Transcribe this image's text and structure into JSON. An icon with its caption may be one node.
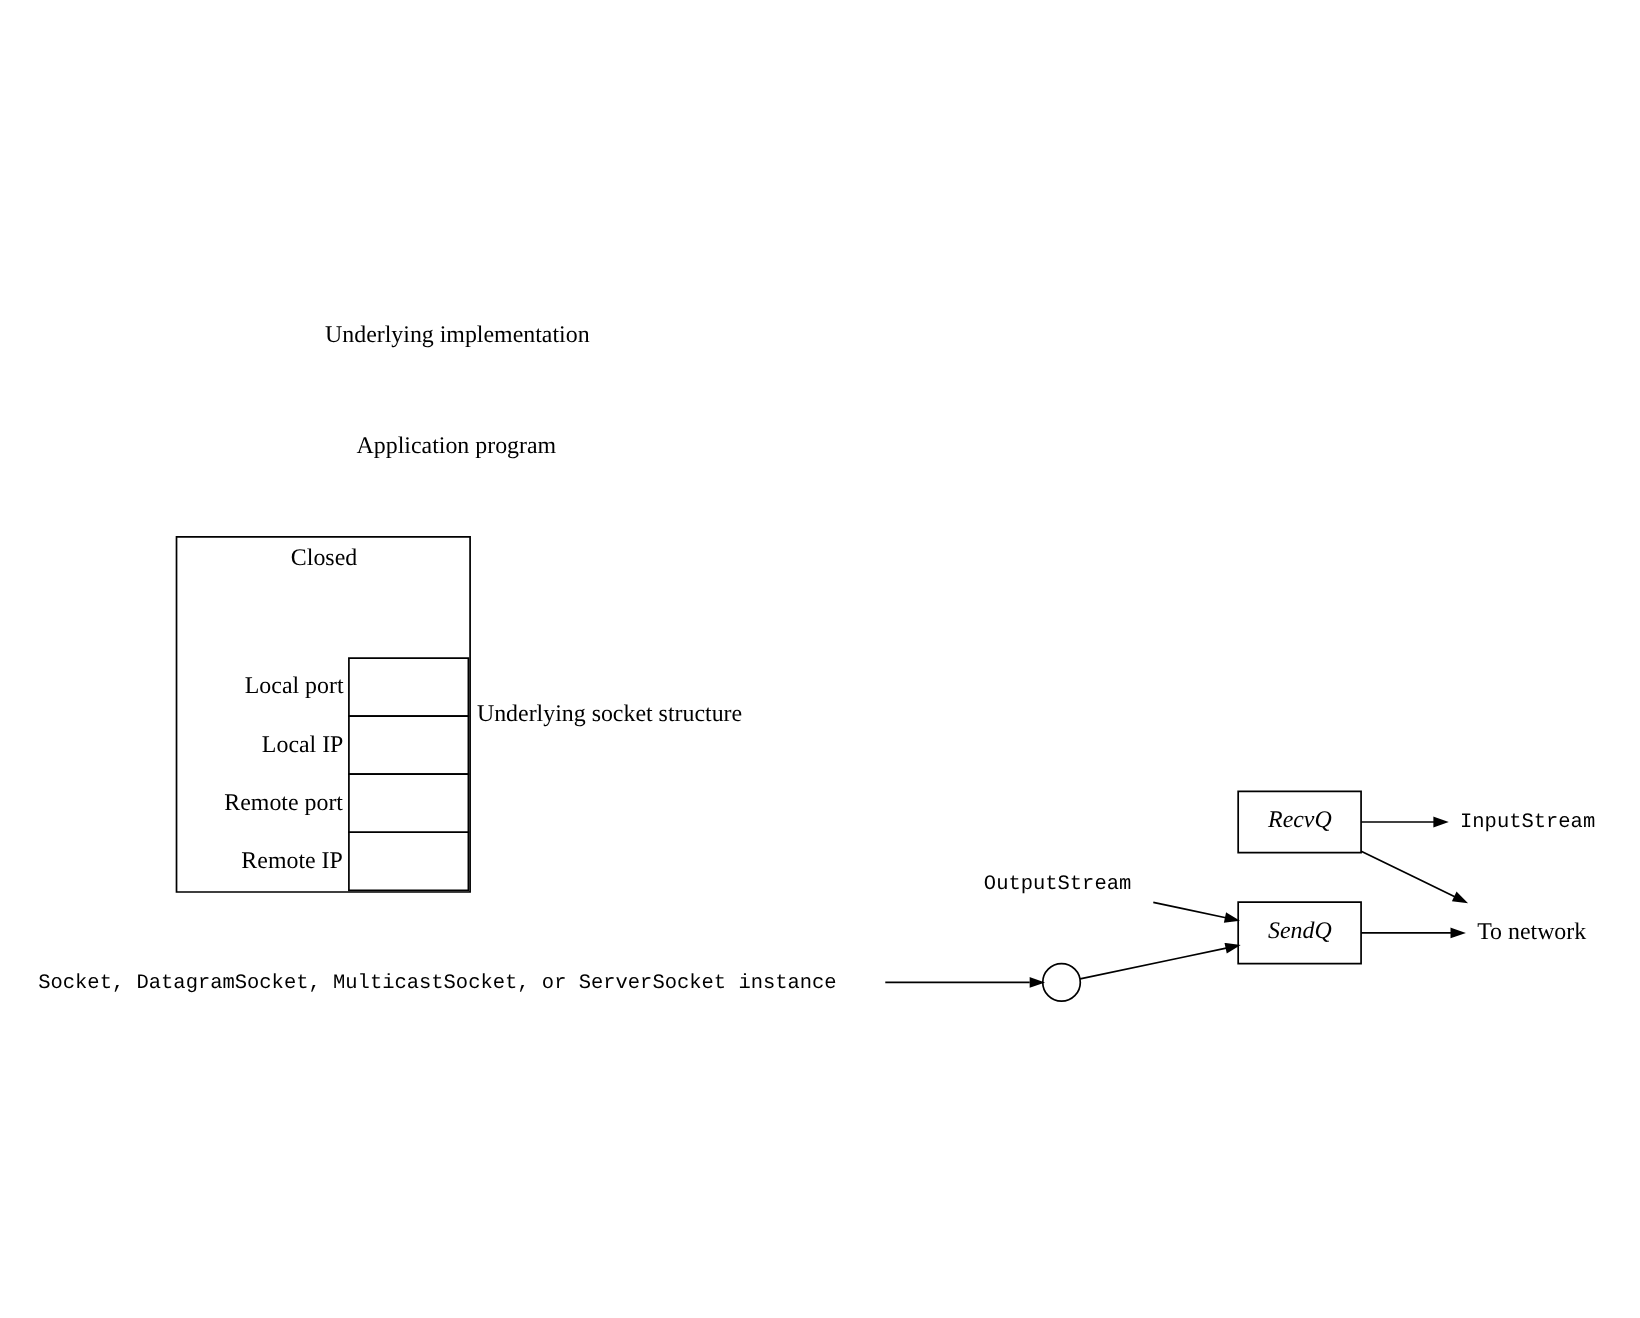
{
  "diagram": {
    "nodes": [
      {
        "text": [
          "InputStream"
        ]
      },
      {
        "text": [
          "OutputStream"
        ]
      },
      {
        "text": [],
        "shape": "circle"
      },
      {
        "text": [
          "Socket, DatagramSocket, MulticastSocket, or ServerSocket instance"
        ]
      },
      {
        "text": [
          "SendQ"
        ]
      },
      {
        "text": [
          "RecvQ"
        ]
      },
      {
        "text": [
          "To network"
        ]
      },
      {
        "text": [
          "Closed",
          "Local port",
          "Local IP",
          "Remote port",
          "Remote IP"
        ],
        "beside": [
          "Underlying socket structure"
        ]
      }
    ],
    "edges": [
      {
        "from": 3,
        "to": 2,
        "arrow": "to"
      },
      {
        "from": 2,
        "to": 4,
        "arrow": "to"
      },
      {
        "from": 1,
        "to": 4,
        "arrow": "to"
      },
      {
        "from": 5,
        "to": 0,
        "arrow": "to"
      },
      {
        "from": 4,
        "to": 6,
        "arrow": "to"
      },
      {
        "from": 5,
        "to": 6,
        "arrow": "to"
      }
    ],
    "labels": [
      "Application program",
      "Underlying implementation"
    ]
  }
}
